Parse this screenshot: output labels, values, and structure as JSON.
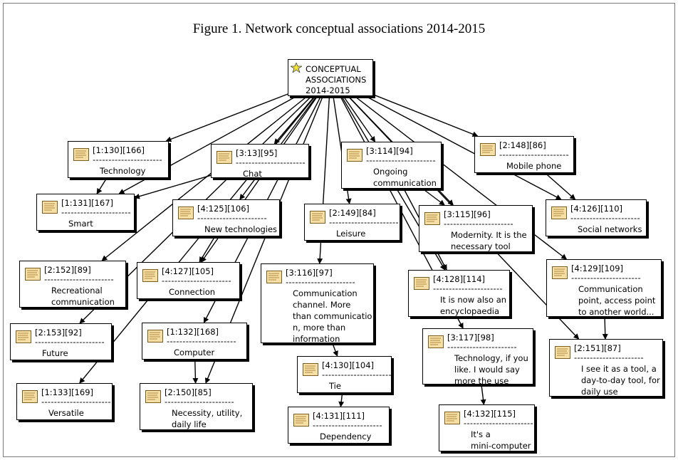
{
  "figure_title": "Figure 1. Network conceptual associations 2014-2015",
  "root": {
    "label": "CONCEPTUAL\nASSOCIATIONS\n2014-2015"
  },
  "dash_text": "----------------------",
  "nodes": [
    {
      "id": "n1",
      "code": "[1:130][166]",
      "label": "Technology"
    },
    {
      "id": "n2",
      "code": "[3:13][95]",
      "label": "Chat"
    },
    {
      "id": "n3",
      "code": "[3:114][94]",
      "label": "Ongoing\ncommunication"
    },
    {
      "id": "n4",
      "code": "[2:148][86]",
      "label": "Mobile phone"
    },
    {
      "id": "n5",
      "code": "[1:131][167]",
      "label": "Smart"
    },
    {
      "id": "n6",
      "code": "[4:125][106]",
      "label": "New technologies"
    },
    {
      "id": "n7",
      "code": "[2:149][84]",
      "label": "Leisure"
    },
    {
      "id": "n8",
      "code": "[3:115][96]",
      "label": "Modernity. It is the\nnecessary tool"
    },
    {
      "id": "n9",
      "code": "[4:126][110]",
      "label": "Social networks"
    },
    {
      "id": "n10",
      "code": "[2:152][89]",
      "label": "Recreational\ncommunication"
    },
    {
      "id": "n11",
      "code": "[4:127][105]",
      "label": "Connection"
    },
    {
      "id": "n12",
      "code": "[3:116][97]",
      "label": "Communication\nchannel. More\nthan communicatio\nn, more than\ninformation"
    },
    {
      "id": "n13",
      "code": "[4:128][114]",
      "label": "It is now also an\nencyclopaedia"
    },
    {
      "id": "n14",
      "code": "[4:129][109]",
      "label": "Communication\npoint, access point\nto another world..."
    },
    {
      "id": "n15",
      "code": "[2:153][92]",
      "label": "Future"
    },
    {
      "id": "n16",
      "code": "[1:132][168]",
      "label": "Computer"
    },
    {
      "id": "n17",
      "code": "[3:117][98]",
      "label": "Technology, if you\nlike. I would say\nmore the use"
    },
    {
      "id": "n18",
      "code": "[2:151][87]",
      "label": "I see it as a tool, a\nday-to-day tool, for\ndaily use"
    },
    {
      "id": "n19",
      "code": "[1:133][169]",
      "label": "Versatile"
    },
    {
      "id": "n20",
      "code": "[4:130][104]",
      "label": "Tie"
    },
    {
      "id": "n21",
      "code": "[2:150][85]",
      "label": "Necessity, utility,\ndaily life"
    },
    {
      "id": "n22",
      "code": "[4:131][111]",
      "label": "Dependency"
    },
    {
      "id": "n23",
      "code": "[4:132][115]",
      "label": "It's a\nmini-computer"
    }
  ]
}
